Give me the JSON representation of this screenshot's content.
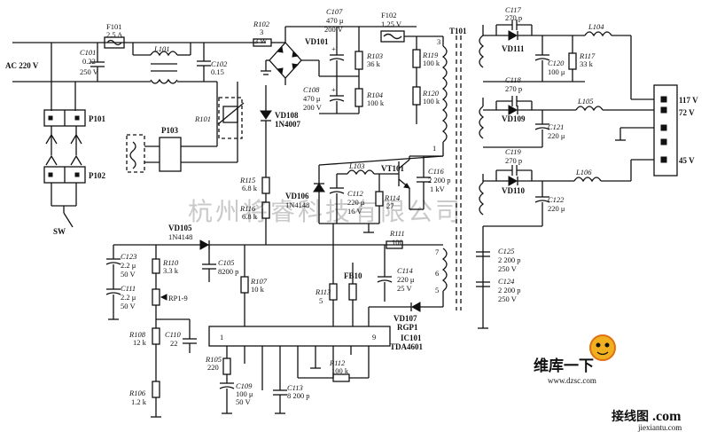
{
  "input": {
    "label": "AC 220 V"
  },
  "fuse1": {
    "ref": "F101",
    "value": "2.5 A"
  },
  "c101": {
    "ref": "C101",
    "v1": "0.22",
    "v2": "250 V"
  },
  "l101": {
    "ref": "L101"
  },
  "c102": {
    "ref": "C102",
    "v1": "0.15"
  },
  "r102": {
    "ref": "R102",
    "v1": "3",
    "v2": "3 W"
  },
  "vd101": {
    "ref": "VD101"
  },
  "c107": {
    "ref": "C107",
    "v1": "470 μ",
    "v2": "200 V"
  },
  "c108": {
    "ref": "C108",
    "v1": "470 μ",
    "v2": "200 V"
  },
  "r103": {
    "ref": "R103",
    "v1": "36 k"
  },
  "r104": {
    "ref": "R104",
    "v1": "100 k"
  },
  "fuse2": {
    "ref": "F102",
    "value": "1.25 V"
  },
  "r119": {
    "ref": "R119",
    "v1": "100 k"
  },
  "r120": {
    "ref": "R120",
    "v1": "100 k"
  },
  "t101": {
    "ref": "T101",
    "pins": [
      "3",
      "1",
      "7",
      "6",
      "5"
    ]
  },
  "p101": {
    "ref": "P101"
  },
  "p102": {
    "ref": "P102"
  },
  "p103": {
    "ref": "P103"
  },
  "sw": {
    "ref": "SW"
  },
  "r101": {
    "ref": "R101"
  },
  "vd108": {
    "ref": "VD108",
    "v1": "1N4007"
  },
  "r115": {
    "ref": "R115",
    "v1": "6.8 k"
  },
  "r116": {
    "ref": "R116",
    "v1": "6.8 k"
  },
  "vd106": {
    "ref": "VD106",
    "v1": "1N4148"
  },
  "l103": {
    "ref": "L103"
  },
  "vt101": {
    "ref": "VT101"
  },
  "c112": {
    "ref": "C112",
    "v1": "220 μ",
    "v2": "16 V"
  },
  "r114": {
    "ref": "R114",
    "v1": "27"
  },
  "c116": {
    "ref": "C116",
    "v1": "2 200 p",
    "v2": "1 kV"
  },
  "vd105": {
    "ref": "VD105",
    "v1": "1N4148"
  },
  "r111": {
    "ref": "R111",
    "v1": "100"
  },
  "c123": {
    "ref": "C123",
    "v1": "2.2 μ",
    "v2": "50 V"
  },
  "c111": {
    "ref": "C111",
    "v1": "2.2 μ",
    "v2": "50 V"
  },
  "r110": {
    "ref": "R110",
    "v1": "3.3 k"
  },
  "c105": {
    "ref": "C105",
    "v1": "8200 p"
  },
  "r107": {
    "ref": "R107",
    "v1": "10 k"
  },
  "c114": {
    "ref": "C114",
    "v1": "220 μ",
    "v2": "25 V"
  },
  "rp1": {
    "ref": "RP1-9"
  },
  "r113": {
    "ref": "R113",
    "v1": "5"
  },
  "fb10": {
    "ref": "FB10"
  },
  "vd107": {
    "ref": "VD107",
    "v1": "RGP1"
  },
  "r108": {
    "ref": "R108",
    "v1": "12 k"
  },
  "c110": {
    "ref": "C110",
    "v1": "22"
  },
  "r105": {
    "ref": "R105",
    "v1": "220"
  },
  "ic101": {
    "ref": "IC101",
    "part": "TDA4601",
    "pin_first": "1",
    "pin_last": "9"
  },
  "r112": {
    "ref": "R112",
    "v1": "100 k"
  },
  "r106": {
    "ref": "R106",
    "v1": "1.2 k"
  },
  "c109": {
    "ref": "C109",
    "v1": "100 μ",
    "v2": "50 V"
  },
  "c113": {
    "ref": "C113",
    "v1": "8 200 p"
  },
  "c117": {
    "ref": "C117",
    "v1": "270 p"
  },
  "vd111": {
    "ref": "VD111"
  },
  "l104": {
    "ref": "L104"
  },
  "c120": {
    "ref": "C120",
    "v1": "100 μ"
  },
  "r117": {
    "ref": "R117",
    "v1": "33 k"
  },
  "c118": {
    "ref": "C118",
    "v1": "270 p"
  },
  "vd109": {
    "ref": "VD109"
  },
  "l105": {
    "ref": "L105"
  },
  "c121": {
    "ref": "C121",
    "v1": "220 μ"
  },
  "c119": {
    "ref": "C119",
    "v1": "270 p"
  },
  "vd110": {
    "ref": "VD110"
  },
  "l106": {
    "ref": "L106"
  },
  "c122": {
    "ref": "C122",
    "v1": "220 μ"
  },
  "c125": {
    "ref": "C125",
    "v1": "2 200 p",
    "v2": "250 V"
  },
  "c124": {
    "ref": "C124",
    "v1": "2 200 p",
    "v2": "250 V"
  },
  "outputs": [
    "117 V",
    "72 V",
    "45 V"
  ],
  "watermark": "杭州将睿科技有限公司",
  "logo": {
    "name": "维库一下",
    "url": "www.dzsc.com"
  },
  "footer": {
    "brand": "接线图",
    "suffix": ".com",
    "url": "jiexiantu.com"
  }
}
